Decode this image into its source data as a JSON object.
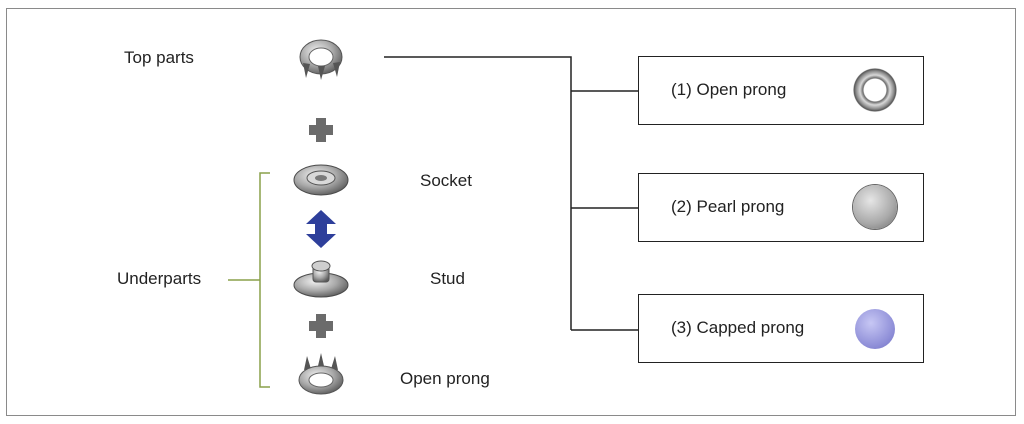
{
  "labels": {
    "top_parts": "Top parts",
    "underparts": "Underparts",
    "socket": "Socket",
    "stud": "Stud",
    "open_prong": "Open prong"
  },
  "options": [
    {
      "label": "(1) Open prong",
      "icon": "open-prong-ring"
    },
    {
      "label": "(2) Pearl prong",
      "icon": "pearl-dome"
    },
    {
      "label": "(3) Capped prong",
      "icon": "capped-dome"
    }
  ],
  "colors": {
    "bracket": "#8aa04a",
    "plus": "#6b6b6b",
    "arrow": "#2e3f9b",
    "capped": "#8f8fd8",
    "metal": "#a9a9a9"
  }
}
